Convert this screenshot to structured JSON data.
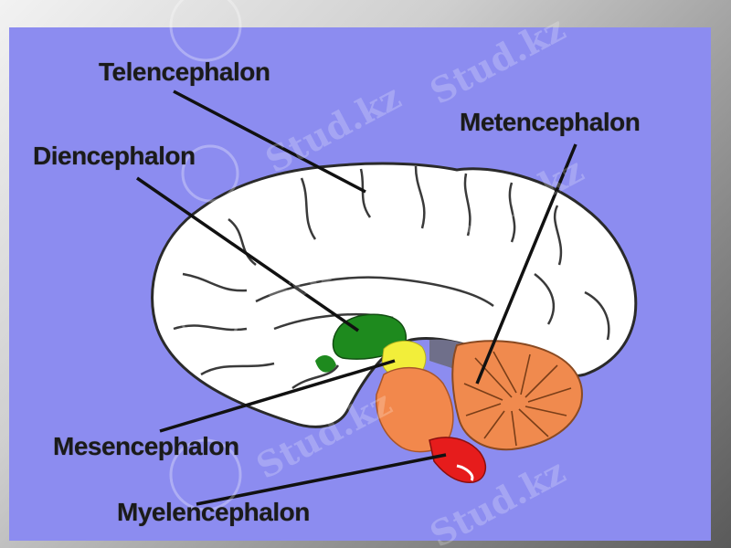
{
  "labels": {
    "telencephalon": "Telencephalon",
    "diencephalon": "Diencephalon",
    "metencephalon": "Metencephalon",
    "mesencephalon": "Mesencephalon",
    "myelencephalon": "Myelencephalon"
  },
  "watermark": "Stud.kz",
  "colors": {
    "background": "#8c8cf0",
    "cerebrum": "#ffffff",
    "diencephalon": "#1e8a1e",
    "mesencephalon": "#f2ee3a",
    "pons": "#f2884c",
    "cerebellum": "#f08a4e",
    "medulla": "#e61c1c"
  }
}
